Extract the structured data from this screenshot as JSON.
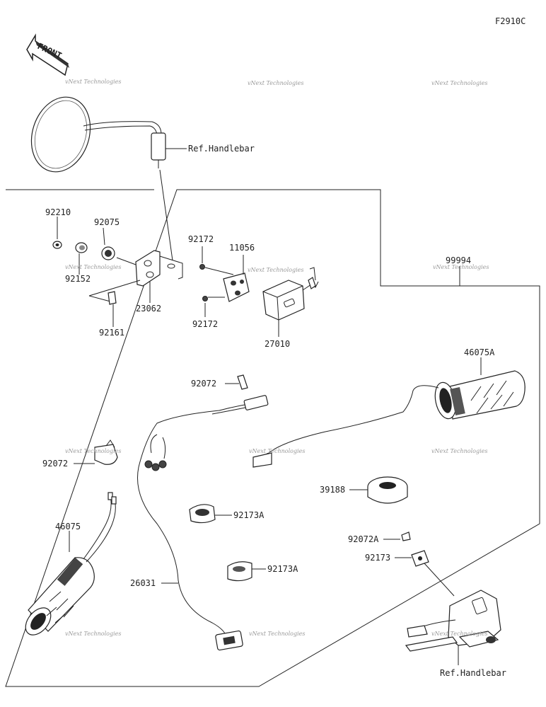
{
  "diagram": {
    "figure_code": "F2910C",
    "front_label": "FRONT",
    "watermark": "vNext Technologies",
    "ref_labels": [
      "Ref.Handlebar",
      "Ref.Handlebar"
    ],
    "parts": [
      {
        "id": "p92210",
        "number": "92210"
      },
      {
        "id": "p92075",
        "number": "92075"
      },
      {
        "id": "p92152",
        "number": "92152"
      },
      {
        "id": "p23062",
        "number": "23062"
      },
      {
        "id": "p92161",
        "number": "92161"
      },
      {
        "id": "p92172a",
        "number": "92172"
      },
      {
        "id": "p92172b",
        "number": "92172"
      },
      {
        "id": "p11056",
        "number": "11056"
      },
      {
        "id": "p27010",
        "number": "27010"
      },
      {
        "id": "p99994",
        "number": "99994"
      },
      {
        "id": "p46075A",
        "number": "46075A"
      },
      {
        "id": "p92072a",
        "number": "92072"
      },
      {
        "id": "p92072b",
        "number": "92072"
      },
      {
        "id": "p39188",
        "number": "39188"
      },
      {
        "id": "p92173Aa",
        "number": "92173A"
      },
      {
        "id": "p92173Ab",
        "number": "92173A"
      },
      {
        "id": "p92072A",
        "number": "92072A"
      },
      {
        "id": "p92173",
        "number": "92173"
      },
      {
        "id": "p46075",
        "number": "46075"
      },
      {
        "id": "p26031",
        "number": "26031"
      }
    ]
  }
}
